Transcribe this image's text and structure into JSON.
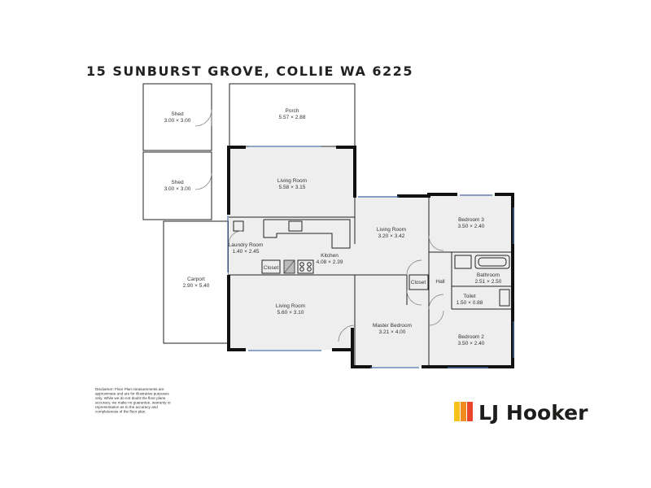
{
  "title": "15 SUNBURST GROVE, COLLIE WA 6225",
  "rooms": [
    {
      "name": "Shed",
      "dims": "3.00 × 3.00"
    },
    {
      "name": "Shed",
      "dims": "3.00 × 3.00"
    },
    {
      "name": "Porch",
      "dims": "5.57 × 2.88"
    },
    {
      "name": "Living Room",
      "dims": "5.58 × 3.15"
    },
    {
      "name": "Laundry Room",
      "dims": "1.40 × 2.45"
    },
    {
      "name": "Kitchen",
      "dims": "4.08 × 2.39"
    },
    {
      "name": "Carport",
      "dims": "2.90 × 5.40"
    },
    {
      "name": "Living Room",
      "dims": "5.60 × 3.10"
    },
    {
      "name": "Living Room",
      "dims": "3.20 × 3.42"
    },
    {
      "name": "Bedroom 3",
      "dims": "3.50 × 2.40"
    },
    {
      "name": "Bathroom",
      "dims": "2.51 × 2.50"
    },
    {
      "name": "Toilet",
      "dims": "1.50 × 0.88"
    },
    {
      "name": "Master Bedroom",
      "dims": "3.21 × 4.00"
    },
    {
      "name": "Bedroom 2",
      "dims": "3.50 × 2.40"
    }
  ],
  "labels": {
    "closet_1": "Closet",
    "closet_2": "Closet",
    "hall": "Hall"
  },
  "disclaimer": [
    "Disclaimer: Floor Plan measurements are",
    "approximate and are for illustrative purposes",
    "only. While we do not doubt the floor plans",
    "accuracy, we make no guarantee, warranty or",
    "representation as to the accuracy and",
    "completeness of the floor plan."
  ],
  "brand": {
    "name": "LJ Hooker",
    "colors": [
      "#f6c21b",
      "#f18a1f",
      "#e8452c"
    ]
  },
  "colors": {
    "room_fill": "#eeeeee",
    "wall": "#111111",
    "window": "#4a6fa5"
  }
}
